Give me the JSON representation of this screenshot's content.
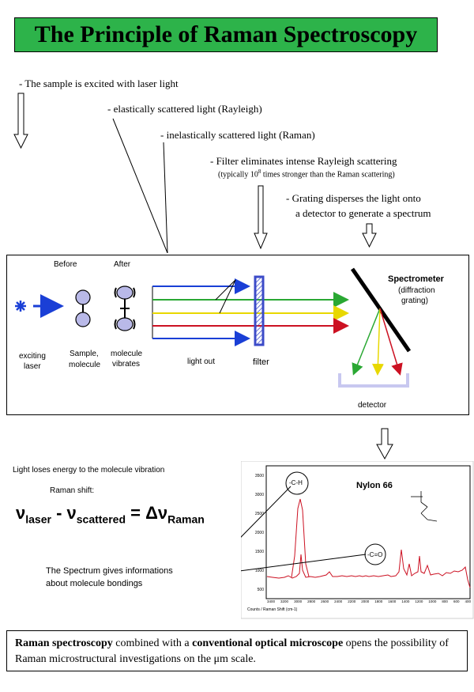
{
  "title": "The Principle of Raman Spectroscopy",
  "steps": {
    "excited": "- The sample is excited with laser light",
    "rayleigh": "- elastically scattered light (Rayleigh)",
    "raman": "- inelastically scattered light (Raman)",
    "filter": "- Filter eliminates intense Rayleigh scattering",
    "filter_note_pre": "(typically 10",
    "filter_note_sup": "8",
    "filter_note_post": " times stronger than the Raman scattering)",
    "grating_line1": "- Grating disperses the light onto",
    "grating_line2": "a detector to generate a spectrum"
  },
  "diagram": {
    "before": "Before",
    "after": "After",
    "exciting_laser_1": "exciting",
    "exciting_laser_2": "laser",
    "sample_1": "Sample,",
    "sample_2": "molecule",
    "vibrates_1": "molecule",
    "vibrates_2": "vibrates",
    "light_out": "light out",
    "filter": "filter",
    "spectrometer": "Spectrometer",
    "spectrometer_sub1": "(diffraction",
    "spectrometer_sub2": "grating)",
    "detector": "detector",
    "colors": {
      "blue": "#1a3fd6",
      "green": "#2aa833",
      "yellow": "#e8d800",
      "red": "#cc1122",
      "filter": "#3c4bc8",
      "detector": "#c8c8f0"
    }
  },
  "energy": {
    "loss": "Light loses energy to the molecule vibration",
    "shift_label": "Raman shift:",
    "formula_nu1": "ν",
    "formula_sub1": "laser",
    "formula_minus": " - ν",
    "formula_sub2": "scattered",
    "formula_eq": " = Δν",
    "formula_sub3": "Raman"
  },
  "spectrum_note_1": "The Spectrum gives informations",
  "spectrum_note_2": "about molecule bondings",
  "spectrum": {
    "sample": "Nylon 66",
    "peak1_label": "-C-H",
    "peak2_label": "-C=O",
    "x_axis_label": "Counts / Raman Shift (cm-1)",
    "y_ticks": [
      "3500",
      "3000",
      "2500",
      "2000",
      "1500",
      "1000",
      "500"
    ],
    "x_ticks": [
      "3400",
      "3200",
      "3000",
      "2800",
      "2600",
      "2400",
      "2200",
      "2000",
      "1800",
      "1600",
      "1400",
      "1200",
      "1000",
      "800",
      "600",
      "400"
    ]
  },
  "footer": {
    "b1": "Raman spectroscopy",
    "t1": " combined with a ",
    "b2": "conventional optical microscope",
    "t2": " opens the possibility of Raman microstructural investigations on the μm scale."
  }
}
